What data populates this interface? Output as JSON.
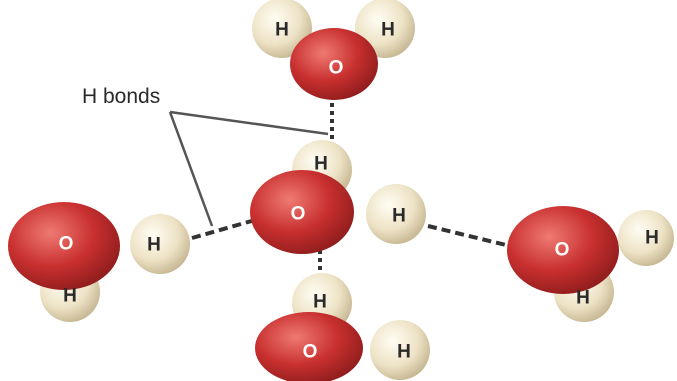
{
  "callout": {
    "label": "H bonds"
  },
  "atoms": {
    "hydrogen": "H",
    "oxygen": "O"
  },
  "colors": {
    "oxygen": "#c8302f",
    "hydrogen": "#eee3c7",
    "bond": "#333333"
  }
}
